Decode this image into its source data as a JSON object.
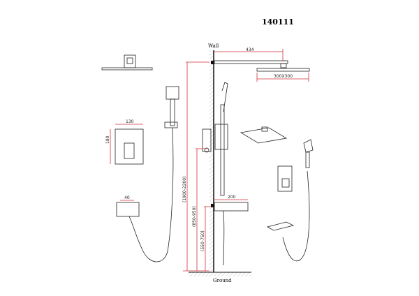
{
  "model_number": "140111",
  "labels": {
    "wall": "Wall",
    "ground": "Ground"
  },
  "dimensions": {
    "arm_length": "434",
    "head_size": "300X300",
    "panel_width": "130",
    "panel_height": "180",
    "outlet_width": "40",
    "spout_length": "200",
    "arm_height": "(1900-2200)",
    "valve_height": "(850-950)",
    "spout_height": "(550-750)"
  },
  "colors": {
    "dimension": "#d2323c",
    "line": "#222222"
  }
}
